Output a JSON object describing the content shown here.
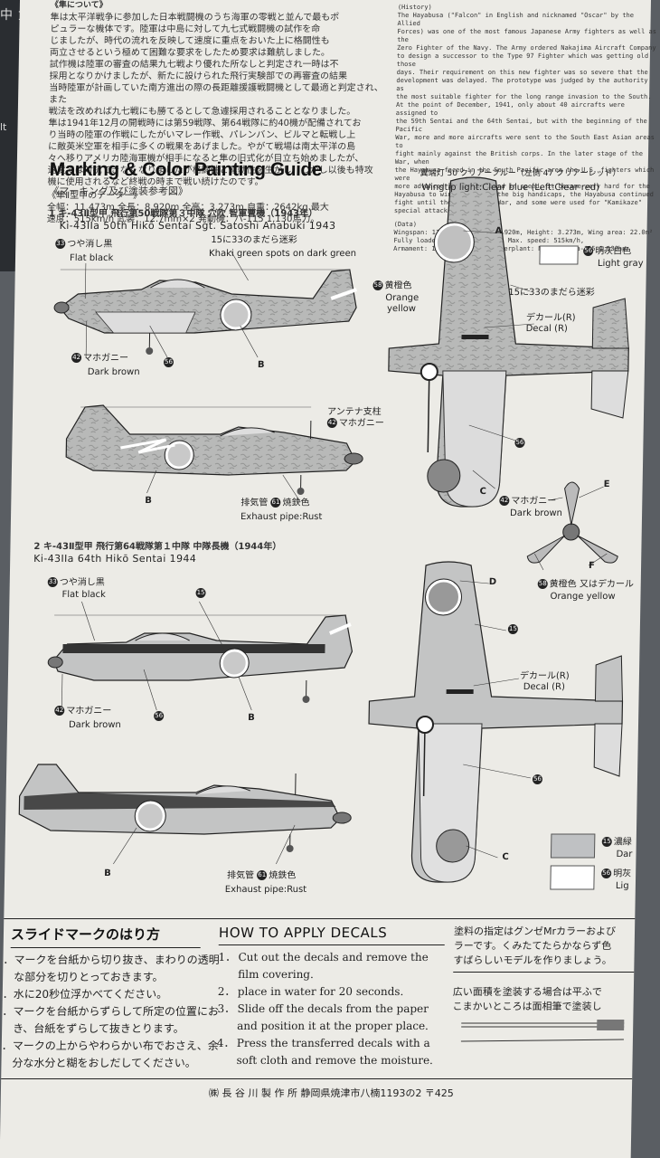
{
  "laptop_keys": [
    "中",
    "女",
    "lt"
  ],
  "jp_intro": {
    "heading": "《隼について》",
    "lines": [
      "隼は太平洋戦争に参加した日本戦闘機のうち海軍の零戦と並んで最もポ",
      "ピュラーな機体です。陸軍は中島に対して九七式戦闘機の試作を命",
      "じましたが、時代の流れを反映して速度に重点をおいた上に格闘性も",
      "両立させるという極めて困難な要求をしたため要求は難航しました。",
      "試作機は陸軍の審査の結果九七戦より優れた所なしと判定され一時は不",
      "採用となりかけましたが、新たに設けられた飛行実験部での再審査の結果",
      "当時陸軍が計画していた南方進出の際の長距離援護戦闘機として最適と判定され、また",
      "戦法を改めれば九七戦にも勝てるとして急遽採用されることとなりました。",
      "隼は1941年12月の開戦時には第59戦隊、第64戦隊に約40機が配備されてお",
      "り当時の陸軍の作戦にしたがいマレー作戦、パレンバン、ビルマと転戦し上",
      "に敵英米空軍を相手に多くの戦果をあげました。やがて戦場は南太平洋の島",
      "々へ移りアメリカ陸海軍機が相手になると隼の旧式化が目立ち始めましたが、",
      "速度では対抗できなくなりましたが格闘性と運動性を生かし、しかし以後も特攻",
      "機に使用されるなど終戦の時まで戦い続けたのです。"
    ],
    "data_heading": "《隼Ⅱ型甲のデーター》",
    "data_lines": [
      "全幅：11.473m  全長：8.920m  全高：3.273m  自重：2642kg  最大",
      "速度：515km/h  武装：12.7mm×2  発動機：ハ-115  1,130馬力。"
    ]
  },
  "history": {
    "heading": "(History)",
    "lines": [
      "The Hayabusa (\"Falcon\" in English and nicknamed \"Oscar\" by the Allied",
      "Forces) was one of the most famous Japanese Army fighters as well as the",
      "Zero Fighter of the Navy.  The Army ordered Nakajima Aircraft Company",
      "to design a successor to the Type 97 Fighter which was getting old those",
      "days.  Their requirement on this new fighter was so severe that the",
      "development was delayed.  The prototype was judged by the authority as",
      "the most suitable fighter for the long range invasion to the South.",
      "At the point of December, 1941, only about 40 aircrafts were assigned to",
      "the 59th Sentai and the 64th Sentai, but with the beginning of the Pacific",
      "War, more and more aircrafts were sent to the South East Asian areas to",
      "fight mainly against the British corps.  In the later stage of the War, when",
      "the Hayabusa faced in the South Pacific area the U.S. fighters which were",
      "more advanced in armament and in speed, it became very hard for the",
      "Hayabusa to win.  Even with the big handicaps, the Hayabusa continued",
      "fight until the end of the War, and some were used for \"Kamikaze\"",
      "special attackers."
    ],
    "data_heading": "(Data)",
    "data_lines": [
      "Wingspan: 11.473m,  Length: 8.920m,  Height: 3.273m,  Wing area: 22.0m²",
      "Fully loaded weight: 2,642kg,  Max. speed: 515km/h,",
      "Armament: 12.7mm gun x 2,  Powerplant: Nakajima Ha-115 1,130hp"
    ]
  },
  "guide_title": "Marking & Color Painting Guide",
  "guide_subtitle": "《マーキング及び塗装参考図》",
  "aircraft1": {
    "jp": "1 キ-43Ⅱ型甲  飛行第50戦隊第３中隊  穴吹  智軍曹機（1943年）",
    "en": "Ki-43IIa 50th Hikō Sentai Sgt. Satoshi Anabuki 1943"
  },
  "aircraft2": {
    "jp": "2 キ-43Ⅱ型甲  飛行第64戦隊第１中隊  中隊長機（1944年）",
    "en": "Ki-43IIa 64th Hikō Sentai 1944"
  },
  "callouts": {
    "flat_black_num": "33",
    "flat_black_jp": "つや消し黒",
    "flat_black_en": "Flat black",
    "khaki_jp": "15に33のまだら迷彩",
    "khaki_en": "Khaki green spots on dark green",
    "mahogany_num": "42",
    "mahogany_jp": "マホガニー",
    "mahogany_en": "Dark brown",
    "c56": "56",
    "b": "B",
    "a": "A",
    "c": "C",
    "d": "D",
    "e": "E",
    "f": "F",
    "antenna_jp": "アンテナ支柱",
    "antenna_mahogany": "マホガニー",
    "exhaust_jp": "排気管",
    "exhaust_num": "61",
    "exhaust_jp2": "焼鉄色",
    "exhaust_en": "Exhaust pipe:Rust",
    "wingtip_jp": "翼端灯 50 クリアーブルー（左側 47 クリアーレッド）",
    "wingtip_en": "Wingtip light:Clear blue (Left:Clear red)",
    "light_gray_num": "56",
    "light_gray_jp": "明灰白色",
    "light_gray_en": "Light gray",
    "orange_num": "58",
    "orange_jp": "黄橙色",
    "orange_en1": "Orange",
    "orange_en2": "yellow",
    "mottle_jp": "15に33のまだら迷彩",
    "decal_jp": "デカール(R)",
    "decal_en": "Decal (R)",
    "c15": "15",
    "prop_brown_jp": "マホガニー",
    "prop_brown_en": "Dark brown",
    "prop_orange_jp": "黄橙色 又はデカール",
    "prop_orange_en": "Orange yellow",
    "legend_dark_num": "15",
    "legend_dark_jp": "濃緑",
    "legend_dark_en": "Dar",
    "legend_light_num": "56",
    "legend_light_jp": "明灰",
    "legend_light_en": "Lig"
  },
  "slide_mark": {
    "title": "スライドマークのはり方",
    "steps": [
      "．マークを台紙から切り抜き、まわりの透明",
      "　な部分を切りとっておきます。",
      "．水に20秒位浮かべてください。",
      "．マークを台紙からずらして所定の位置にお",
      "　き、台紙をずらして抜きとります。",
      "．マークの上からやわらかい布でおさえ、余",
      "　分な水分と糊をおしだしてください。"
    ]
  },
  "decals": {
    "title": "HOW TO APPLY DECALS",
    "steps": [
      {
        "n": "1．",
        "t": "Cut out the decals and remove the"
      },
      {
        "n": "",
        "t": "film covering."
      },
      {
        "n": "2．",
        "t": "place in water for 20 seconds."
      },
      {
        "n": "3．",
        "t": "Slide off the decals from the paper"
      },
      {
        "n": "",
        "t": "and position it at the proper place."
      },
      {
        "n": "4．",
        "t": "Press the transferred decals with a"
      },
      {
        "n": "",
        "t": "soft cloth and remove the moisture."
      }
    ]
  },
  "paint_note": {
    "lines": [
      "塗料の指定はグンゼMrカラーおよび",
      "ラーです。くみたてたらかならず色",
      "すばらしいモデルを作りましょう。"
    ],
    "brush_lines": [
      "広い面積を塗装する場合は平ふで",
      "こまかいところは面相筆で塗装し"
    ]
  },
  "footer": "㈱ 長 谷 川 製 作 所    静岡県焼津市八楠1193の2 〒425"
}
